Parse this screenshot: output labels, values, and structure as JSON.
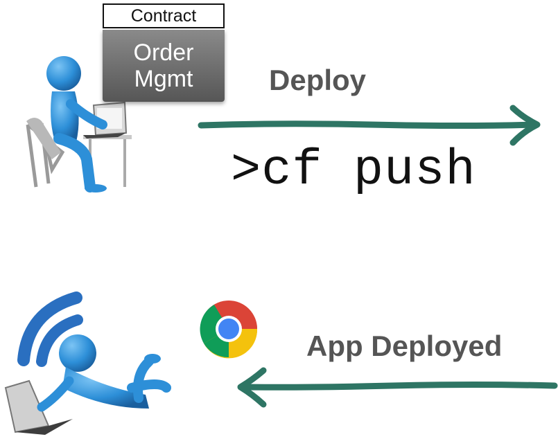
{
  "developer_scene": {
    "contract_label": "Contract",
    "order_lines": [
      "Order",
      "Mgmt"
    ]
  },
  "deploy": {
    "label": "Deploy",
    "command": ">cf push"
  },
  "result": {
    "label": "App Deployed"
  },
  "colors": {
    "figure_blue": "#2d8fd8",
    "arrow_green": "#2e7564",
    "label_gray": "#555555",
    "chrome_red": "#db4437",
    "chrome_yellow": "#f4c20d",
    "chrome_green": "#0f9d58",
    "chrome_blue": "#4285f4"
  },
  "icons": [
    "developer-at-laptop-icon",
    "user-lying-with-laptop-icon",
    "wifi-signal-icon",
    "chrome-browser-icon"
  ]
}
